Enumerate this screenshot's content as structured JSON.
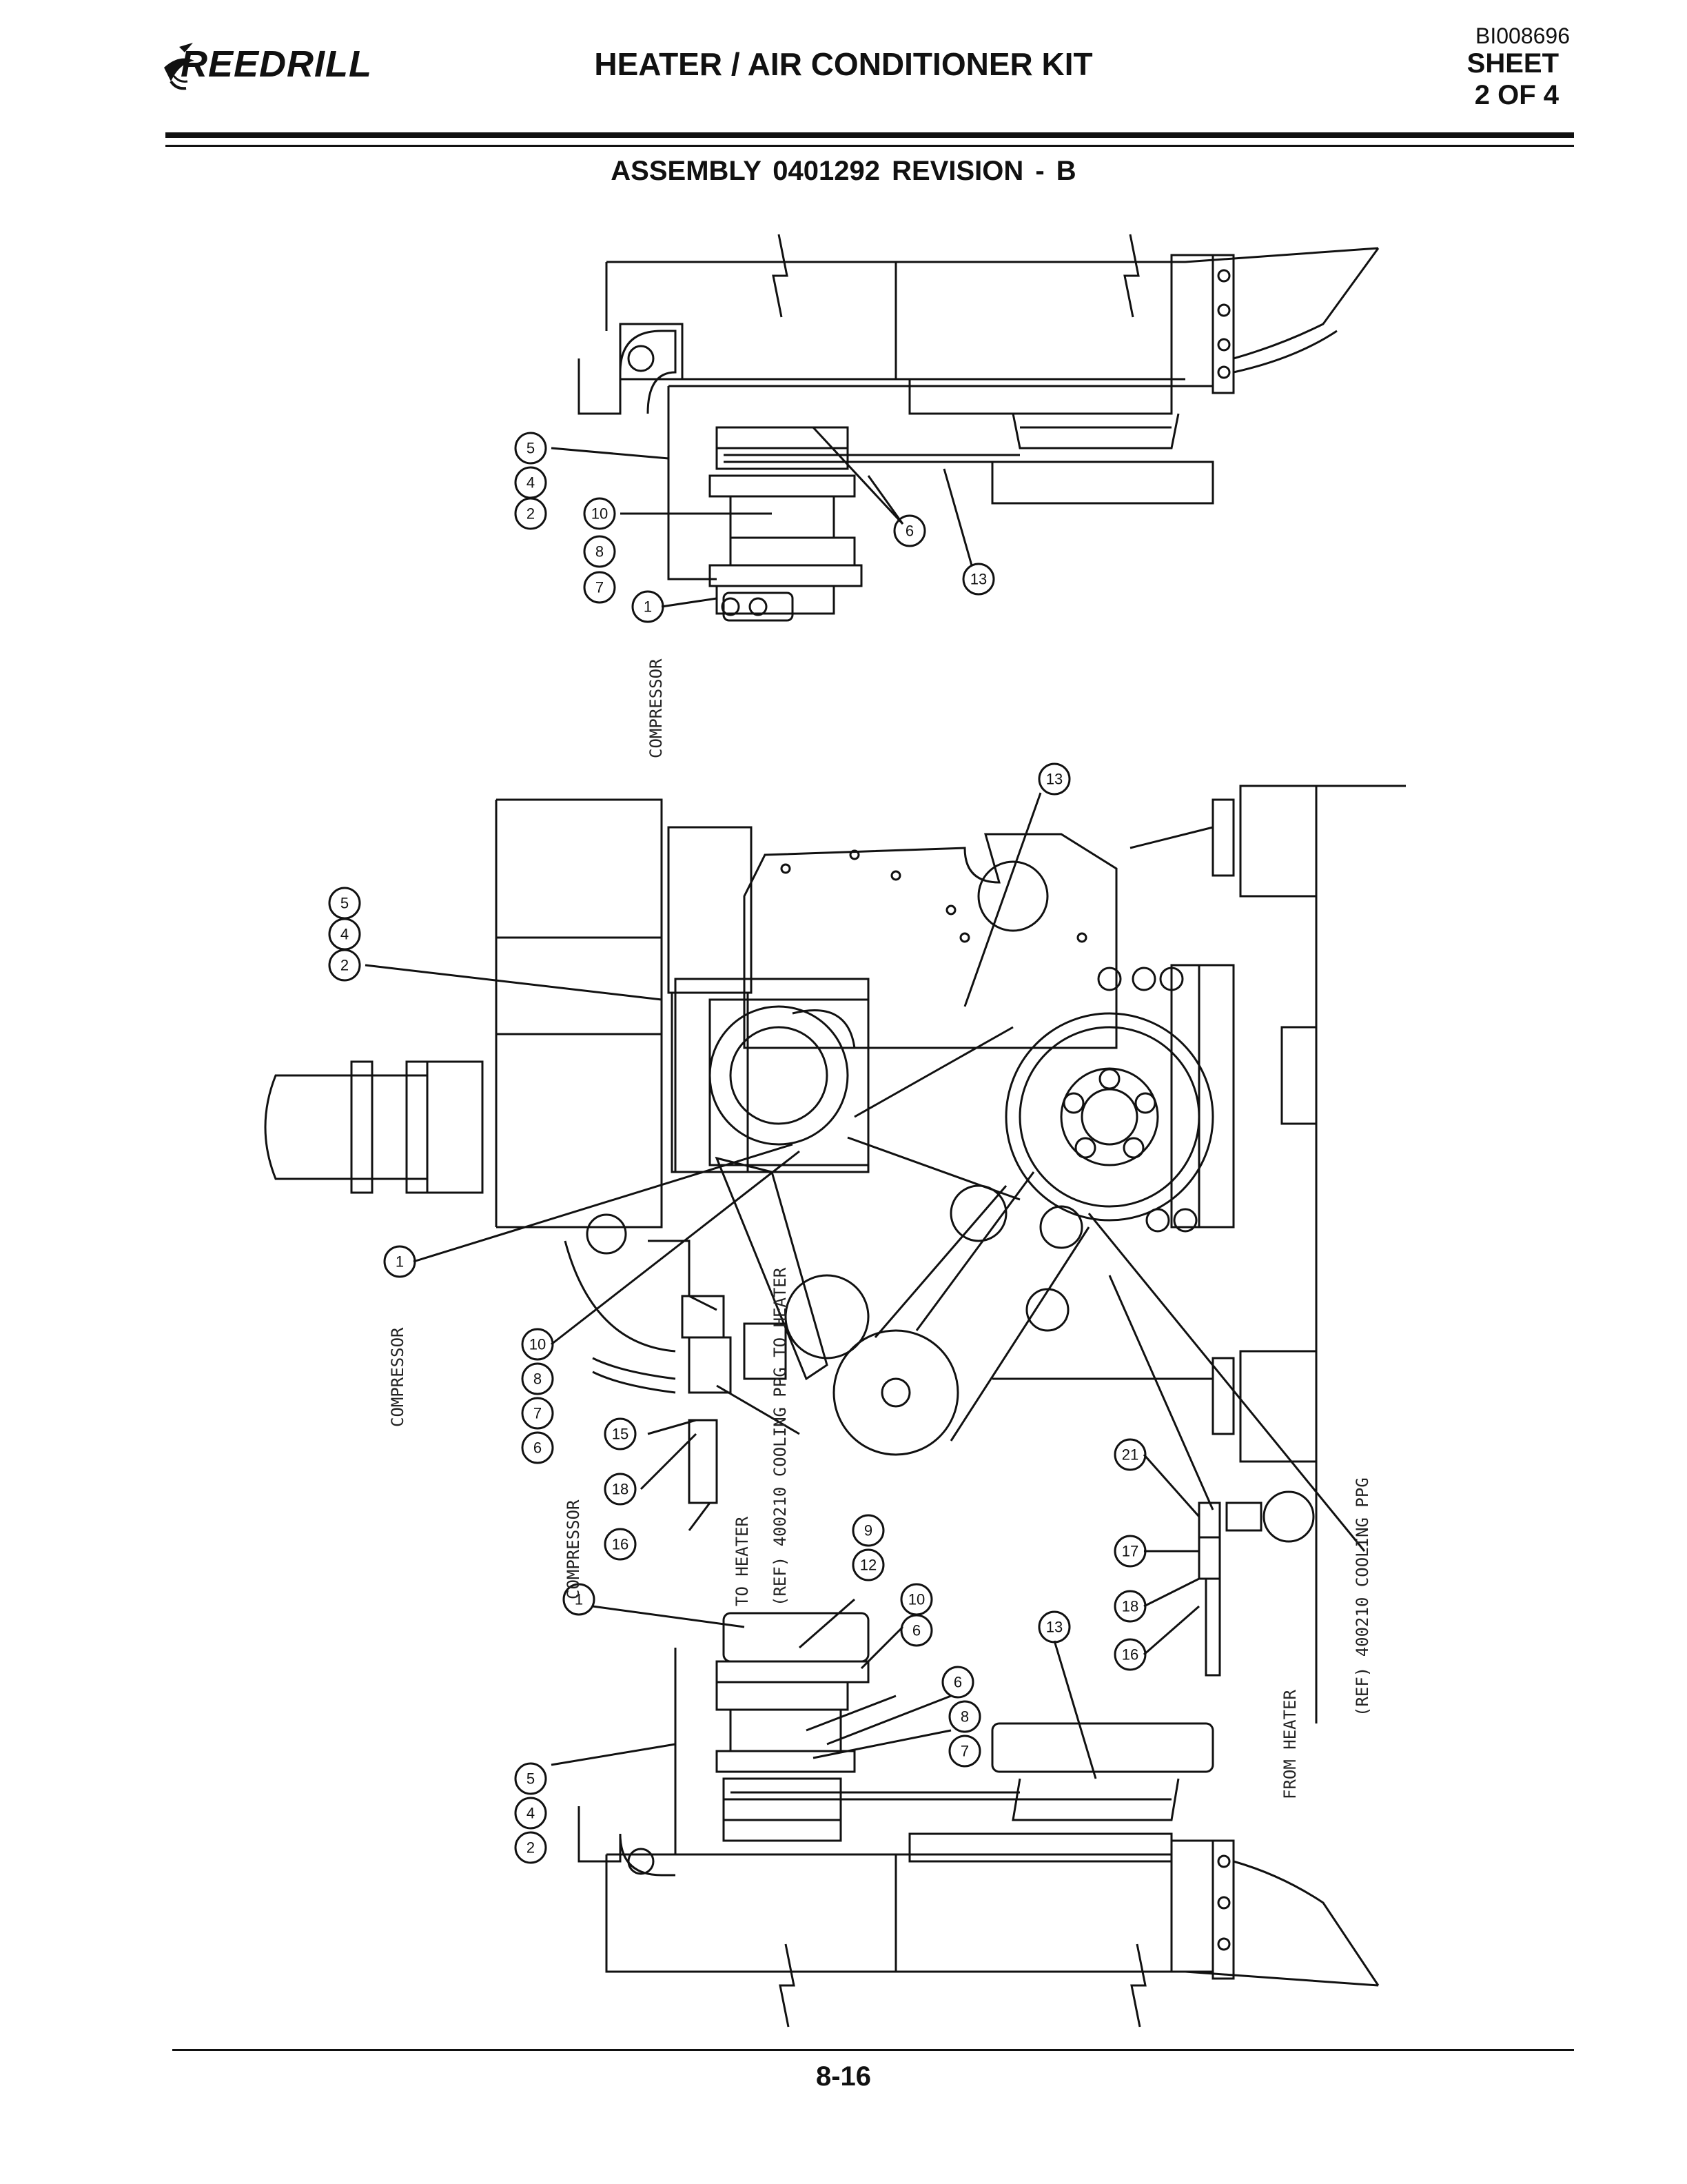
{
  "header": {
    "logo": "REEDRILL",
    "title": "HEATER / AIR CONDITIONER KIT",
    "doc_id": "BI008696",
    "sheet_label": "SHEET",
    "sheet_num": "2 OF 4"
  },
  "assembly": "ASSEMBLY 0401292    REVISION - B",
  "footer": {
    "page": "8-16"
  },
  "labels": {
    "compressor": "COMPRESSOR",
    "to_heater": "TO HEATER",
    "ref_to_heater": "(REF) 400210 COOLING PPG TO HEATER",
    "from_heater": "FROM HEATER",
    "ref_cooling": "(REF) 400210 COOLING PPG"
  },
  "callouts": {
    "top_view": [
      "2",
      "4",
      "5",
      "10",
      "7",
      "8",
      "1",
      "6",
      "13"
    ],
    "middle_view": [
      "13",
      "2",
      "4",
      "5",
      "1",
      "10",
      "6",
      "7",
      "8",
      "15",
      "18",
      "16",
      "21",
      "17",
      "18",
      "16"
    ],
    "bottom_view": [
      "1",
      "12",
      "9",
      "10",
      "6",
      "6",
      "8",
      "7",
      "13",
      "2",
      "4",
      "5"
    ]
  },
  "colors": {
    "ink": "#111111",
    "paper": "#ffffff"
  }
}
